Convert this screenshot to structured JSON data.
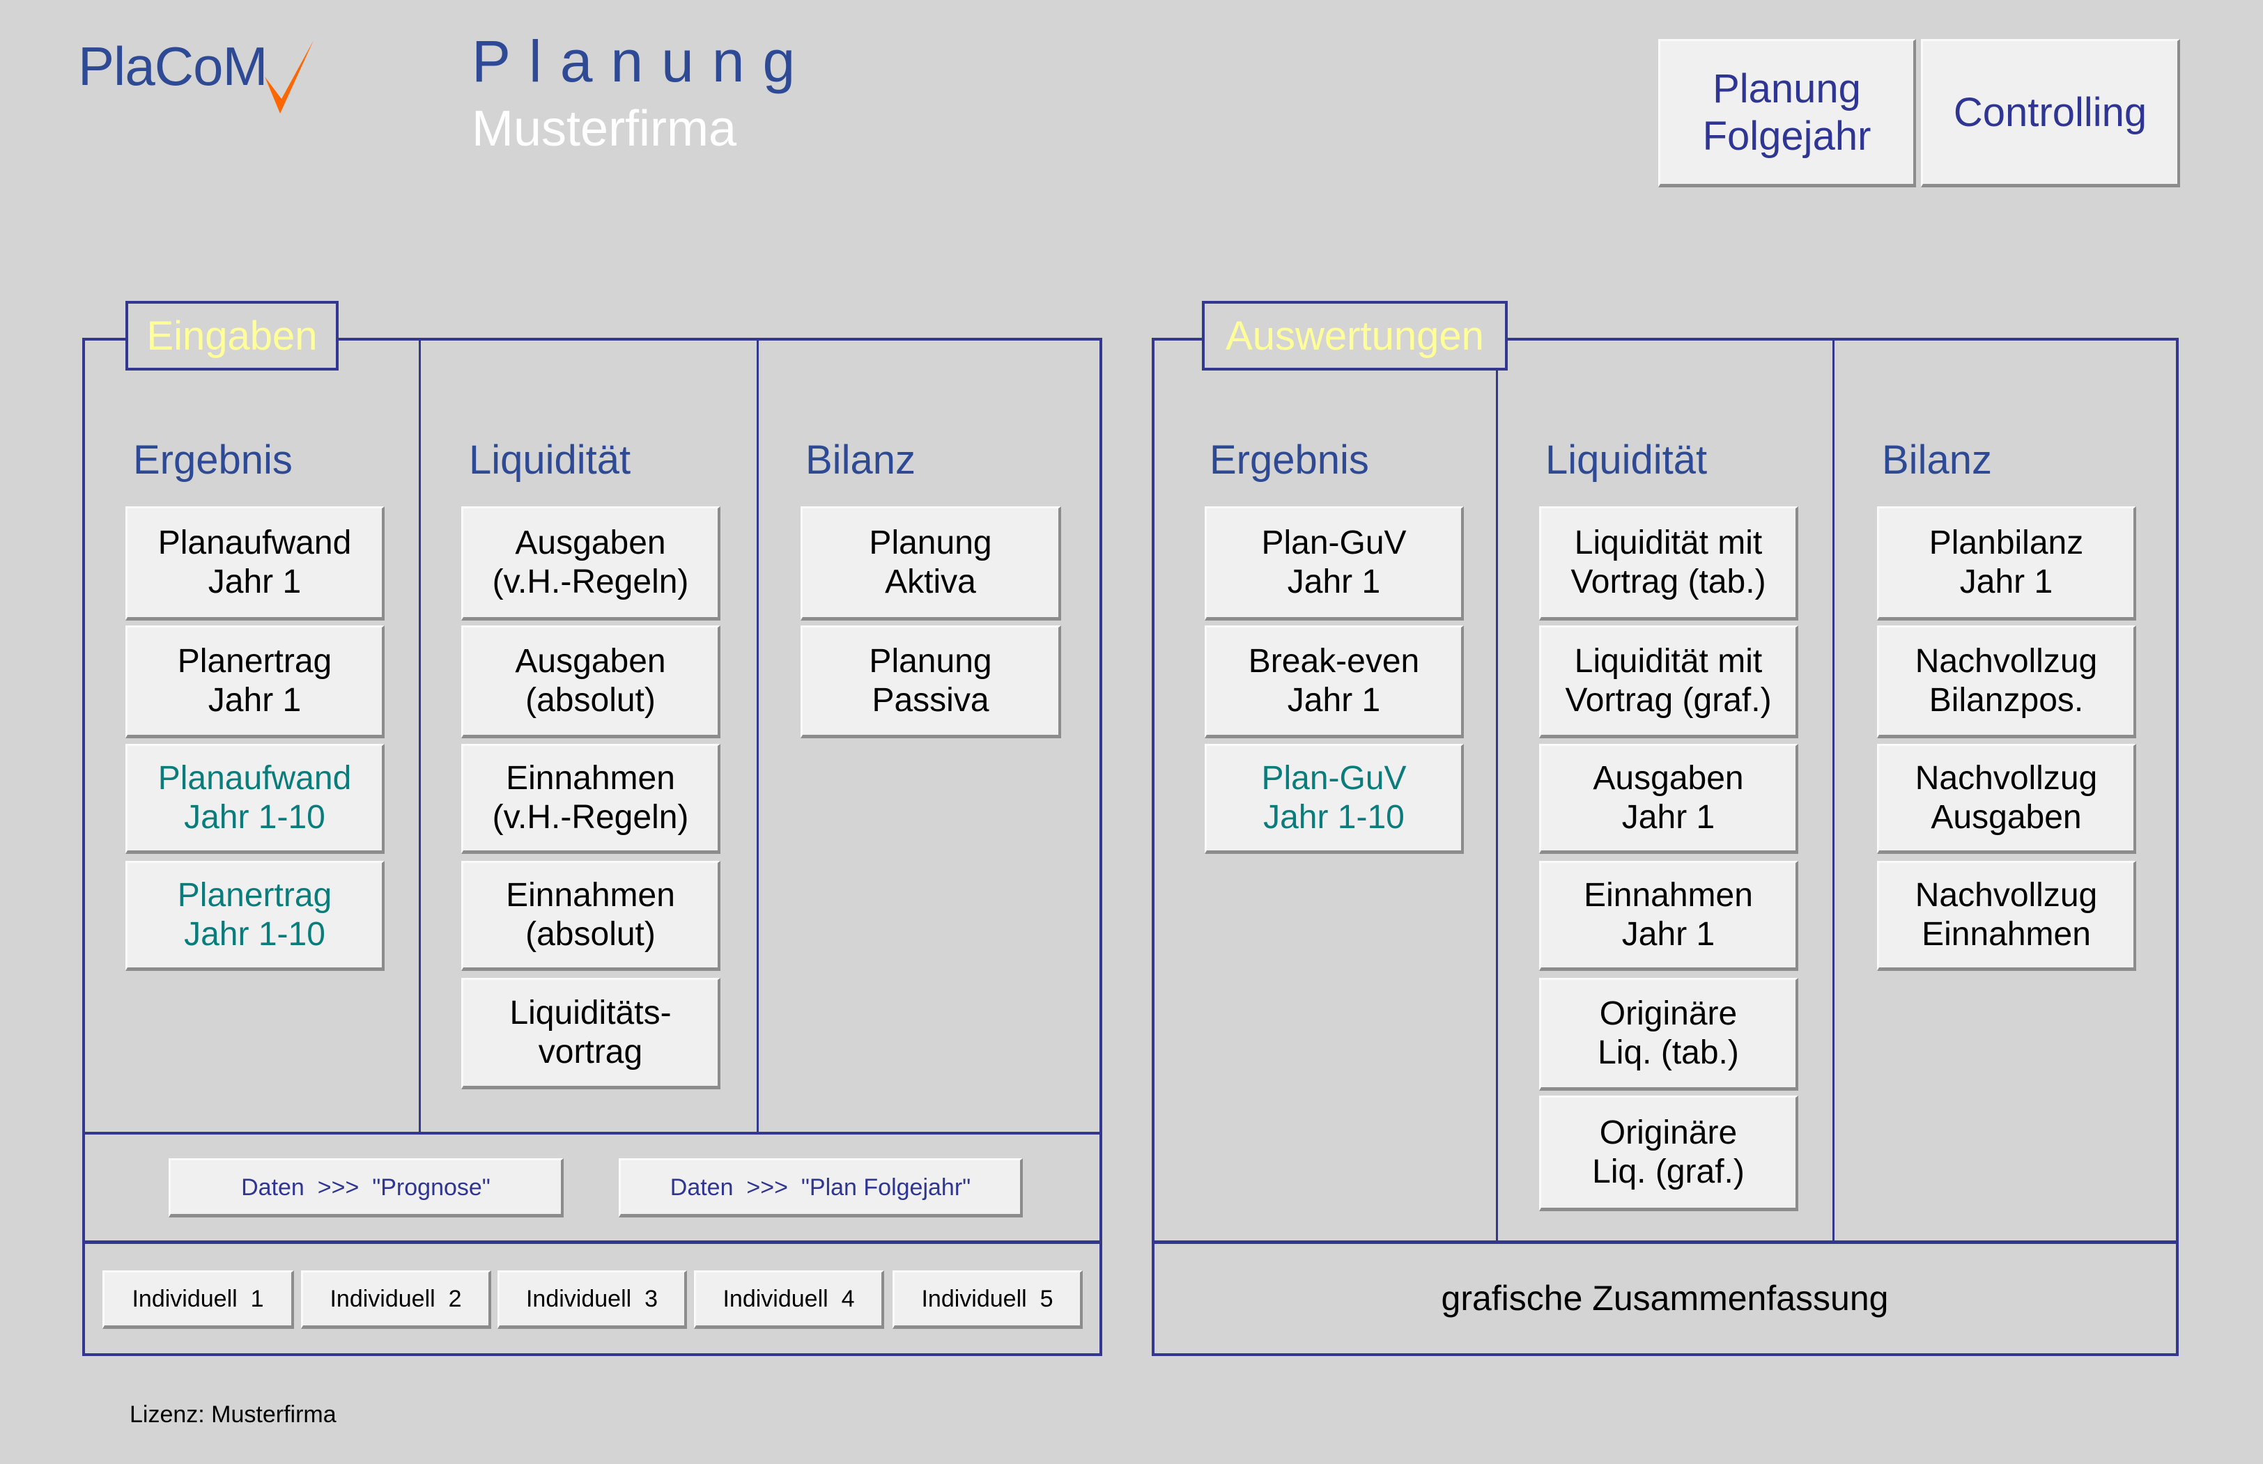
{
  "header": {
    "logo_text": "PlaCoM",
    "logo_check_color": "#ff6600",
    "title": "Planung",
    "company": "Musterfirma"
  },
  "top_buttons": {
    "planung_folgejahr": "Planung\nFolgejahr",
    "controlling": "Controlling"
  },
  "eingaben": {
    "label": "Eingaben",
    "columns": [
      {
        "heading": "Ergebnis",
        "buttons": [
          {
            "label": "Planaufwand\nJahr 1"
          },
          {
            "label": "Planertrag\nJahr 1"
          },
          {
            "label": "Planaufwand\nJahr 1-10"
          },
          {
            "label": "Planertrag\nJahr 1-10"
          }
        ]
      },
      {
        "heading": "Liquidität",
        "buttons": [
          {
            "label": "Ausgaben\n(v.H.-Regeln)"
          },
          {
            "label": "Ausgaben\n(absolut)"
          },
          {
            "label": "Einnahmen\n(v.H.-Regeln)"
          },
          {
            "label": "Einnahmen\n(absolut)"
          },
          {
            "label": "Liquiditäts-\nvortrag"
          }
        ]
      },
      {
        "heading": "Bilanz",
        "buttons": [
          {
            "label": "Planung\nAktiva"
          },
          {
            "label": "Planung\nPassiva"
          }
        ]
      }
    ],
    "daten_buttons": [
      "Daten  >>>  \"Prognose\"",
      "Daten  >>>  \"Plan Folgejahr\""
    ],
    "individuell_buttons": [
      "Individuell  1",
      "Individuell  2",
      "Individuell  3",
      "Individuell  4",
      "Individuell  5"
    ]
  },
  "auswertungen": {
    "label": "Auswertungen",
    "columns": [
      {
        "heading": "Ergebnis",
        "buttons": [
          {
            "label": "Plan-GuV\nJahr 1"
          },
          {
            "label": "Break-even\nJahr 1"
          },
          {
            "label": "Plan-GuV\nJahr 1-10"
          }
        ]
      },
      {
        "heading": "Liquidität",
        "buttons": [
          {
            "label": "Liquidität mit\nVortrag (tab.)"
          },
          {
            "label": "Liquidität mit\nVortrag (graf.)"
          },
          {
            "label": "Ausgaben\nJahr 1"
          },
          {
            "label": "Einnahmen\nJahr 1"
          },
          {
            "label": "Originäre\nLiq. (tab.)"
          },
          {
            "label": "Originäre\nLiq. (graf.)"
          }
        ]
      },
      {
        "heading": "Bilanz",
        "buttons": [
          {
            "label": "Planbilanz\nJahr 1"
          },
          {
            "label": "Nachvollzug\nBilanzpos."
          },
          {
            "label": "Nachvollzug\nAusgaben"
          },
          {
            "label": "Nachvollzug\nEinnahmen"
          }
        ]
      }
    ],
    "summary_button": "grafische Zusammenfassung"
  },
  "footer": {
    "license": "Lizenz: Musterfirma"
  },
  "colors": {
    "background": "#d4d4d4",
    "frame": "#33378f",
    "heading": "#2f4a94",
    "section_label": "#ffff99",
    "teal_button_text": "#0b7c7c",
    "button_face": "#f0f0f0"
  }
}
